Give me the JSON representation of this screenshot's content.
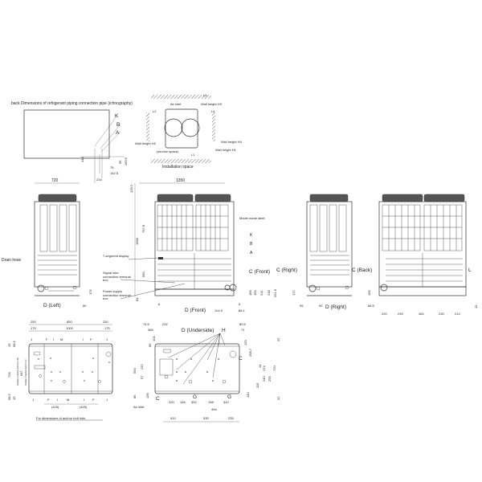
{
  "piping": {
    "title": "back  Dimensions of refrigerant piping connection pipe (ichnography)",
    "labels": [
      "K",
      "B",
      "A"
    ],
    "dims": [
      "141",
      "95",
      "160.5",
      "75",
      "142.5",
      "234"
    ]
  },
  "installation": {
    "caption": "Installation space",
    "air_inlet": "Air inlet",
    "service": "(service space)",
    "walls": [
      "Wall height H3",
      "Wall height H2",
      "Wall height H4",
      "Wall height H1"
    ],
    "spacing": [
      "L2",
      "L4",
      "L3",
      "L1"
    ]
  },
  "left_view": {
    "width": "720",
    "drain_hose": "Drain hose",
    "d_left": "D (Left)",
    "dims": [
      "175",
      "80"
    ]
  },
  "front_view": {
    "width": "1350",
    "heights": [
      "128.2",
      "797.8",
      "1690",
      "690",
      "84"
    ],
    "seven_segment": "7-segment display",
    "signal_wire": "Signal wire connection terminal box",
    "power_supply": "Power supply connection terminal box",
    "model_label": "Model name label",
    "labels": [
      "K",
      "B",
      "A"
    ],
    "c_front": "C (Front)",
    "d_front": "D (Front)",
    "dims": [
      "6",
      "104.9",
      "6",
      "86.1",
      "166",
      "169",
      "211",
      "238",
      "251.6"
    ]
  },
  "right_view": {
    "c_right": "C (Right)",
    "d_right": "D (Right)",
    "dims": [
      "172",
      "95",
      "90"
    ]
  },
  "back_view": {
    "c_back": "C (Back)",
    "label_l": "L",
    "dims": [
      "166",
      "86.5",
      "220",
      "230",
      "450",
      "230",
      "214",
      "15"
    ]
  },
  "anchor_plan": {
    "top_dims": [
      "250",
      "850",
      "250",
      "175",
      "1000",
      "175"
    ],
    "side_dims": [
      "19",
      "58.5",
      "726",
      "647",
      "58.5",
      "19"
    ],
    "side_notes": [
      "Position of anchor bolt (11 x 24)",
      "Position of anchor bolt (0 x 1)"
    ],
    "letters_top": [
      "J",
      "F",
      "I",
      "M",
      "I",
      "F",
      "J"
    ],
    "letters_bottom": [
      "J",
      "F",
      "I",
      "M",
      "I",
      "F",
      "J"
    ],
    "bottom_dims": [
      "(425)",
      "(425)"
    ],
    "caption": "For dimensions of anchor bolt hole"
  },
  "underside": {
    "title": "D (Underside)",
    "label_h": "H",
    "top_dims": [
      "74.5",
      "232",
      "385",
      "80.5",
      "71"
    ],
    "left_dims": [
      "85",
      "101",
      "594",
      "232",
      "57",
      "85",
      "136"
    ],
    "right_dims": [
      "120",
      "298.7",
      "14",
      "174",
      "240",
      "295",
      "720",
      "115",
      "140",
      "22",
      "22"
    ],
    "bottom_dims": [
      "200",
      "148",
      "352",
      "158",
      "342",
      "494",
      "410",
      "530",
      "235"
    ],
    "labels": [
      "C",
      "C",
      "G",
      "G"
    ],
    "air_inlet": "Air inlet"
  }
}
